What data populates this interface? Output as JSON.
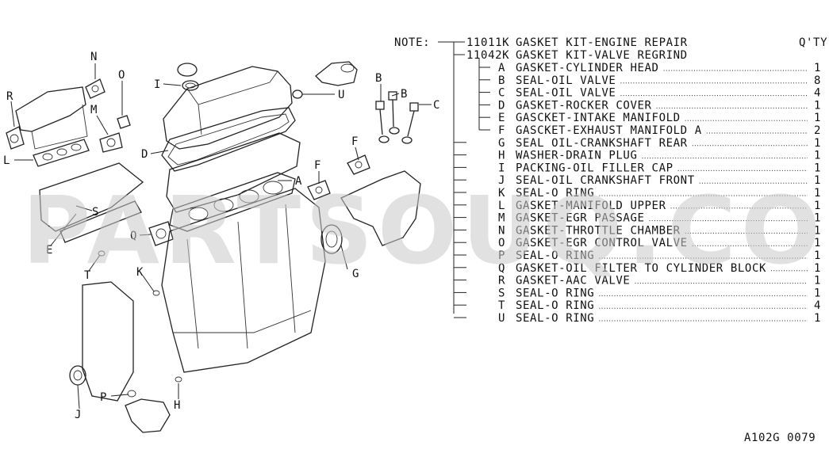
{
  "note_label": "NOTE:",
  "kits": [
    {
      "code": "11011K",
      "name": "GASKET KIT-ENGINE REPAIR"
    },
    {
      "code": "11042K",
      "name": "GASKET KIT-VALVE REGRIND"
    }
  ],
  "qty_header": "Q'TY",
  "parts": [
    {
      "letter": "A",
      "name": "GASKET-CYLINDER HEAD",
      "qty": "1",
      "kit": "valve"
    },
    {
      "letter": "B",
      "name": "SEAL-OIL VALVE",
      "qty": "8",
      "kit": "valve"
    },
    {
      "letter": "C",
      "name": "SEAL-OIL VALVE",
      "qty": "4",
      "kit": "valve"
    },
    {
      "letter": "D",
      "name": "GASKET-ROCKER COVER",
      "qty": "1",
      "kit": "valve"
    },
    {
      "letter": "E",
      "name": "GASCKET-INTAKE MANIFOLD",
      "qty": "1",
      "kit": "valve"
    },
    {
      "letter": "F",
      "name": "GASCKET-EXHAUST MANIFOLD A",
      "qty": "2",
      "kit": "valve"
    },
    {
      "letter": "G",
      "name": "SEAL OIL-CRANKSHAFT REAR",
      "qty": "1",
      "kit": "engine"
    },
    {
      "letter": "H",
      "name": "WASHER-DRAIN PLUG",
      "qty": "1",
      "kit": "engine"
    },
    {
      "letter": "I",
      "name": "PACKING-OIL FILLER CAP",
      "qty": "1",
      "kit": "engine"
    },
    {
      "letter": "J",
      "name": "SEAL-OIL CRANKSHAFT FRONT",
      "qty": "1",
      "kit": "engine"
    },
    {
      "letter": "K",
      "name": "SEAL-O RING",
      "qty": "1",
      "kit": "engine"
    },
    {
      "letter": "L",
      "name": "GASKET-MANIFOLD UPPER",
      "qty": "1",
      "kit": "engine"
    },
    {
      "letter": "M",
      "name": "GASKET-EGR PASSAGE",
      "qty": "1",
      "kit": "engine"
    },
    {
      "letter": "N",
      "name": "GASKET-THROTTLE CHAMBER",
      "qty": "1",
      "kit": "engine"
    },
    {
      "letter": "O",
      "name": "GASKET-EGR CONTROL VALVE",
      "qty": "1",
      "kit": "engine"
    },
    {
      "letter": "P",
      "name": "SEAL-O RING",
      "qty": "1",
      "kit": "engine"
    },
    {
      "letter": "Q",
      "name": "GASKET-OIL FILTER TO CYLINDER BLOCK",
      "qty": "1",
      "kit": "engine"
    },
    {
      "letter": "R",
      "name": "GASKET-AAC VALVE",
      "qty": "1",
      "kit": "engine"
    },
    {
      "letter": "S",
      "name": "SEAL-O RING",
      "qty": "1",
      "kit": "engine"
    },
    {
      "letter": "T",
      "name": "SEAL-O RING",
      "qty": "4",
      "kit": "engine"
    },
    {
      "letter": "U",
      "name": "SEAL-O RING",
      "qty": "1",
      "kit": "engine"
    }
  ],
  "callouts": [
    "N",
    "O",
    "R",
    "M",
    "I",
    "B",
    "B",
    "C",
    "U",
    "D",
    "L",
    "F",
    "F",
    "A",
    "S",
    "E",
    "Q",
    "K",
    "T",
    "G",
    "J",
    "P",
    "H"
  ],
  "watermark": "PARTSOUQ.COM",
  "figure_code": "A102G 0079"
}
